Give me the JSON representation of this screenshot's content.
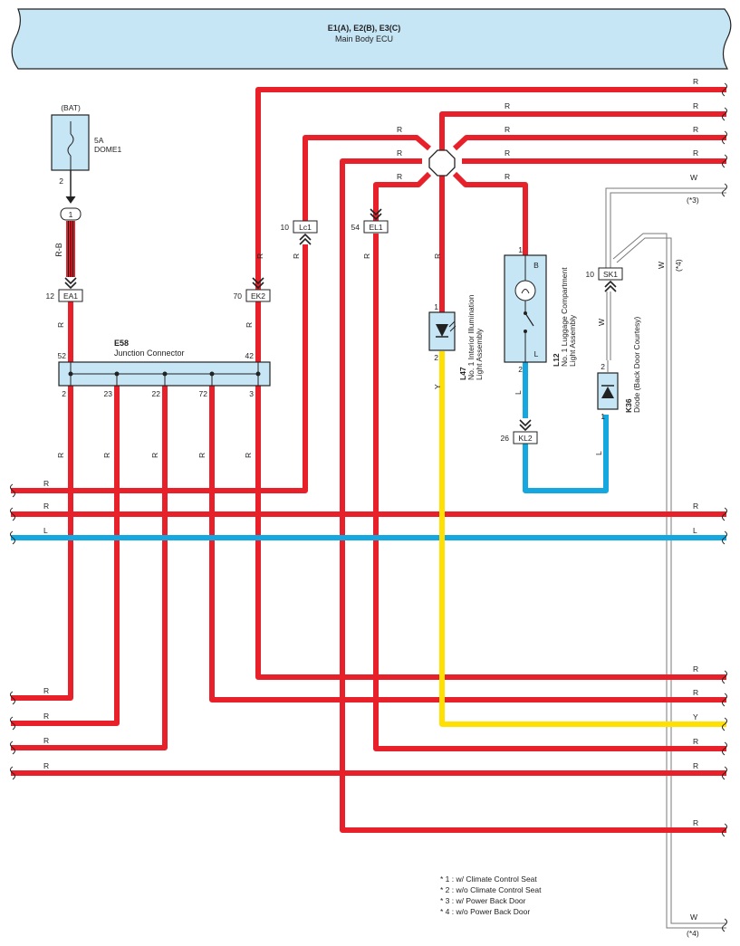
{
  "ecu": {
    "title": "E1(A), E2(B), E3(C)",
    "name": "Main Body ECU"
  },
  "fuse": {
    "source": "(BAT)",
    "rating": "5A",
    "name": "DOME1",
    "pin": "2",
    "splice": "1",
    "wire_color": "R-B"
  },
  "connectors": {
    "ea1": {
      "pin": "12",
      "name": "EA1"
    },
    "ek2": {
      "pin": "70",
      "name": "EK2"
    },
    "lc1": {
      "pin": "10",
      "name": "Lc1"
    },
    "el1": {
      "pin": "54",
      "name": "EL1"
    },
    "sk1": {
      "pin": "10",
      "name": "SK1"
    },
    "kl2": {
      "pin": "26",
      "name": "KL2"
    }
  },
  "junction": {
    "code": "E58",
    "name": "Junction Connector",
    "top_pins": [
      "52",
      "42"
    ],
    "bottom_pins": [
      "2",
      "23",
      "22",
      "72",
      "3"
    ]
  },
  "l47": {
    "code": "L47",
    "name_line1": "No. 1 Interior Illumination",
    "name_line2": "Light Assembly",
    "pin_top": "1",
    "pin_bottom": "2"
  },
  "l12": {
    "code": "L12",
    "name_line1": "No. 1 Luggage Compartment",
    "name_line2": "Light Assembly",
    "pin_top": "1",
    "pin_bottom": "2",
    "terminal_b": "B",
    "terminal_l": "L"
  },
  "k36": {
    "code": "K36",
    "name": "Diode (Back Door Courtesy)",
    "pin_top": "2",
    "pin_bottom": "1"
  },
  "wire_labels": {
    "red": "R",
    "blue": "L",
    "yellow": "Y",
    "white": "W",
    "note3": "(*3)",
    "note4": "(*4)"
  },
  "notes": [
    "* 1 : w/ Climate Control Seat",
    "* 2 : w/o Climate Control Seat",
    "* 3 : w/ Power Back Door",
    "* 4 : w/o Power Back Door"
  ],
  "colors": {
    "red_wire": "#e8202a",
    "blue_wire": "#15a8e0",
    "yellow_wire": "#ffe000",
    "white_wire": "#7a7a7a",
    "component_fill": "#c6e6f6"
  }
}
